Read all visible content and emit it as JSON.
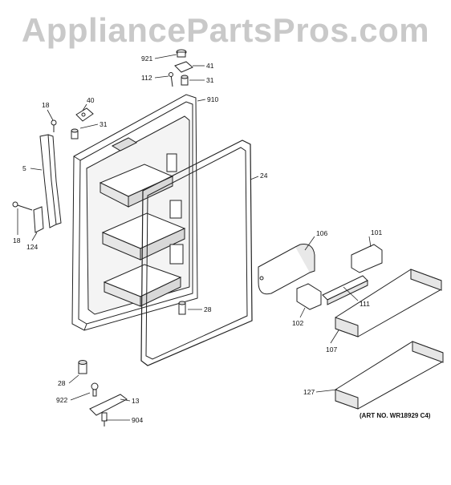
{
  "watermark": "AppliancePartsPros.com",
  "art_number": "(ART NO. WR18929 C4)",
  "callouts": {
    "c921": "921",
    "c41": "41",
    "c112": "112",
    "c31a": "31",
    "c40": "40",
    "c910": "910",
    "c18a": "18",
    "c31b": "31",
    "c5": "5",
    "c24": "24",
    "c18b": "18",
    "c124": "124",
    "c106": "106",
    "c101": "101",
    "c111": "111",
    "c102": "102",
    "c28a": "28",
    "c107": "107",
    "c28b": "28",
    "c922": "922",
    "c13": "13",
    "c904": "904",
    "c127": "127"
  },
  "colors": {
    "line": "#222222",
    "fill": "#ffffff",
    "shade": "#d8d8d8",
    "watermark": "#c9c9c9"
  }
}
